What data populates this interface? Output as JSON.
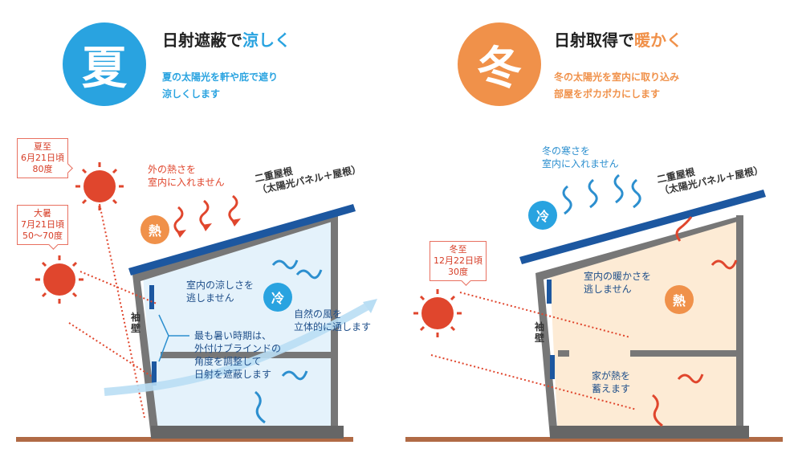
{
  "summer": {
    "season_char": "夏",
    "heading_prefix": "日射遮蔽で",
    "heading_accent": "涼しく",
    "subtext_lines": [
      "夏の太陽光を軒や庇で遮り",
      "涼しくします"
    ],
    "sun_callout_1": [
      "夏至",
      "6月21日頃",
      "80度"
    ],
    "sun_callout_2": [
      "大暑",
      "7月21日頃",
      "50〜70度"
    ],
    "outside_heat_lines": [
      "外の熱さを",
      "室内に入れません"
    ],
    "roof_lines": [
      "二重屋根",
      "（太陽光パネル＋屋根）"
    ],
    "heat_badge": "熱",
    "cool_badge": "冷",
    "indoor_cool_lines": [
      "室内の涼しさを",
      "逃しません"
    ],
    "wind_lines": [
      "自然の風を",
      "立体的に通します"
    ],
    "blind_lines": [
      "最も暑い時期は、",
      "外付けブラインドの",
      "角度を調整して",
      "日射を遮蔽します"
    ],
    "side_wall": [
      "袖",
      "壁"
    ]
  },
  "winter": {
    "season_char": "冬",
    "heading_prefix": "日射取得で",
    "heading_accent": "暖かく",
    "subtext_lines": [
      "冬の太陽光を室内に取り込み",
      "部屋をポカポカにします"
    ],
    "cold_lines": [
      "冬の寒さを",
      "室内に入れません"
    ],
    "cool_badge": "冷",
    "roof_lines": [
      "二重屋根",
      "（太陽光パネル＋屋根）"
    ],
    "sun_callout": [
      "冬至",
      "12月22日頃",
      "30度"
    ],
    "indoor_warm_lines": [
      "室内の暖かさを",
      "逃しません"
    ],
    "heat_badge": "熱",
    "store_heat_lines": [
      "家が熱を",
      "蓄えます"
    ],
    "side_wall": [
      "袖",
      "壁"
    ]
  },
  "colors": {
    "summer_blue": "#29a3e0",
    "winter_orange": "#f0914a",
    "heat_red": "#e0462d",
    "cool_blue": "#2c8fcf",
    "panel_navy": "#1c57a0",
    "wall_gray": "#777777",
    "ground_brown": "#b06a45",
    "summer_interior": "#e4f2fb",
    "winter_interior": "#fdebd5"
  }
}
